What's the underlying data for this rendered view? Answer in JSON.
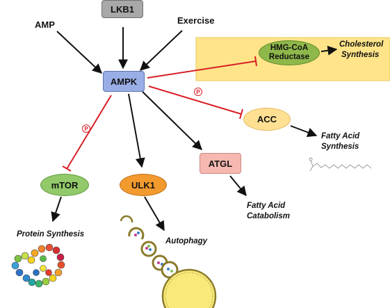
{
  "colors": {
    "lkb1_fill": "#a8a8a8",
    "ampk_fill": "#9aaee6",
    "hmg_fill": "#8fb84a",
    "hmg_highlight": "#ffe489",
    "acc_fill": "#ffe093",
    "atgl_fill": "#f6b8b0",
    "mtor_fill": "#92c96a",
    "ulk1_fill": "#f29a2e",
    "activate": "#111111",
    "inhibit": "#d71e25"
  },
  "nodes": {
    "lkb1": "LKB1",
    "ampk": "AMPK",
    "hmg_line1": "HMG-CoA",
    "hmg_line2": "Reductase",
    "acc": "ACC",
    "atgl": "ATGL",
    "mtor": "mTOR",
    "ulk1": "ULK1"
  },
  "inputs": {
    "amp": "AMP",
    "exercise": "Exercise"
  },
  "outcomes": {
    "cholesterol_line1": "Cholesterol",
    "cholesterol_line2": "Synthesis",
    "fatty_synth_line1": "Fatty Acid",
    "fatty_synth_line2": "Synthesis",
    "fatty_cat_line1": "Fatty Acid",
    "fatty_cat_line2": "Catabolism",
    "protein": "Protein Synthesis",
    "autophagy": "Autophagy"
  },
  "phospho_marker": "P"
}
